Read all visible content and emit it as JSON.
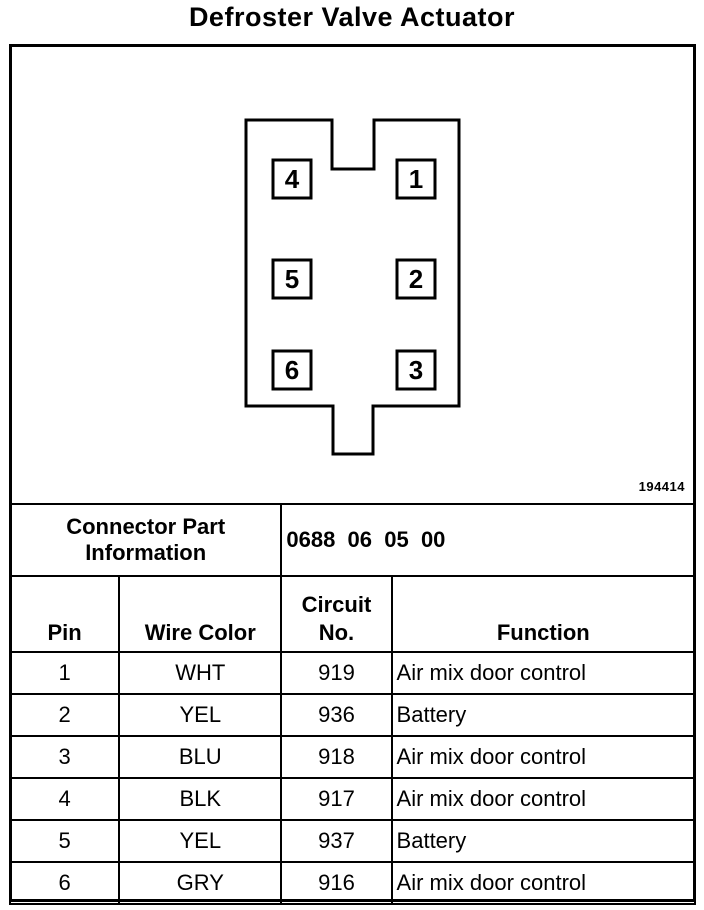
{
  "title": "Defroster Valve Actuator",
  "figure_number": "194414",
  "connector": {
    "pins_diagram": [
      "1",
      "2",
      "3",
      "4",
      "5",
      "6"
    ]
  },
  "connector_info": {
    "label_line1": "Connector Part",
    "label_line2": "Information",
    "part_number": "0688  06  05  00"
  },
  "table": {
    "headers": {
      "pin": "Pin",
      "wire_color": "Wire Color",
      "circuit_line1": "Circuit",
      "circuit_line2": "No.",
      "function": "Function"
    },
    "rows": [
      {
        "pin": "1",
        "wire_color": "WHT",
        "circuit": "919",
        "function": "Air mix door control"
      },
      {
        "pin": "2",
        "wire_color": "YEL",
        "circuit": "936",
        "function": "Battery"
      },
      {
        "pin": "3",
        "wire_color": "BLU",
        "circuit": "918",
        "function": "Air mix door control"
      },
      {
        "pin": "4",
        "wire_color": "BLK",
        "circuit": "917",
        "function": "Air mix door control"
      },
      {
        "pin": "5",
        "wire_color": "YEL",
        "circuit": "937",
        "function": "Battery"
      },
      {
        "pin": "6",
        "wire_color": "GRY",
        "circuit": "916",
        "function": "Air mix door control"
      }
    ]
  }
}
